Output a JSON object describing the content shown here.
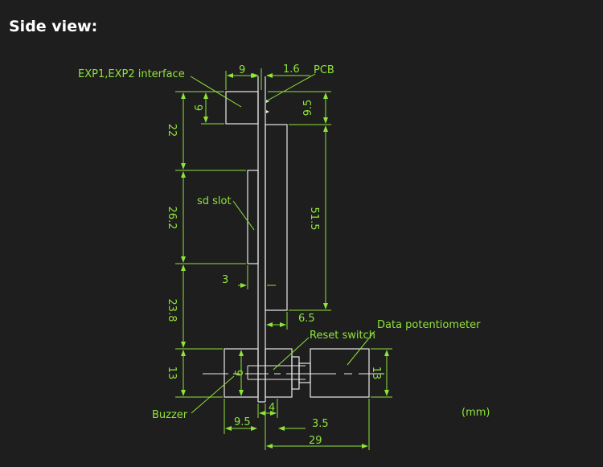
{
  "title": "Side view:",
  "labels": {
    "exp_interface": "EXP1,EXP2 interface",
    "pcb": "PCB",
    "sd_slot": "sd slot",
    "reset_switch": "Reset switch",
    "data_potentiometer": "Data potentiometer",
    "buzzer": "Buzzer",
    "unit": "(mm)"
  },
  "dimensions": {
    "exp_width": "9",
    "pcb_thickness": "1.6",
    "exp_height": "9",
    "top_right_height": "9.5",
    "upper_gap": "22",
    "sd_height": "26.2",
    "board_height": "51.5",
    "sd_depth": "3",
    "lower_gap": "23.8",
    "board_depth": "6.5",
    "buzzer_height": "13",
    "pot_height": "13",
    "buzzer_inner": "9",
    "buzzer_depth": "9.5",
    "mid_4": "4",
    "switch_3_5": "3.5",
    "total_29": "29"
  },
  "colors": {
    "background": "#1e1e1e",
    "dimension": "#8fe33a",
    "outline": "#e8e8e8"
  }
}
